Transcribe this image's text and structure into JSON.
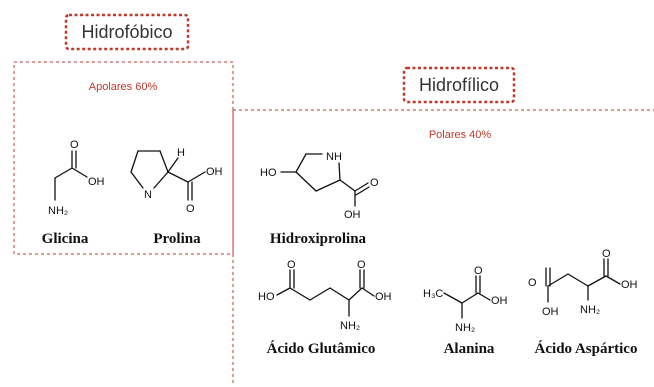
{
  "colors": {
    "accent": "#c0392b",
    "dash_border": "#c0392b"
  },
  "tags": {
    "hydrophobic": "Hidrofóbico",
    "hydrophilic": "Hidrofílico"
  },
  "groups": {
    "apolar": "Apolares 60%",
    "polar": "Polares 40%"
  },
  "molecules": {
    "glycine": "Glicina",
    "proline": "Prolina",
    "hydroxyproline": "Hidroxiprolina",
    "glutamic": "Ácido Glutâmico",
    "alanine": "Alanina",
    "aspartic": "Ácido Aspártico"
  },
  "atoms": {
    "o": "O",
    "oh": "OH",
    "ho": "HO",
    "nh": "NH",
    "n": "N",
    "h": "H",
    "nh2": "NH₂",
    "h3c": "H₃C"
  }
}
